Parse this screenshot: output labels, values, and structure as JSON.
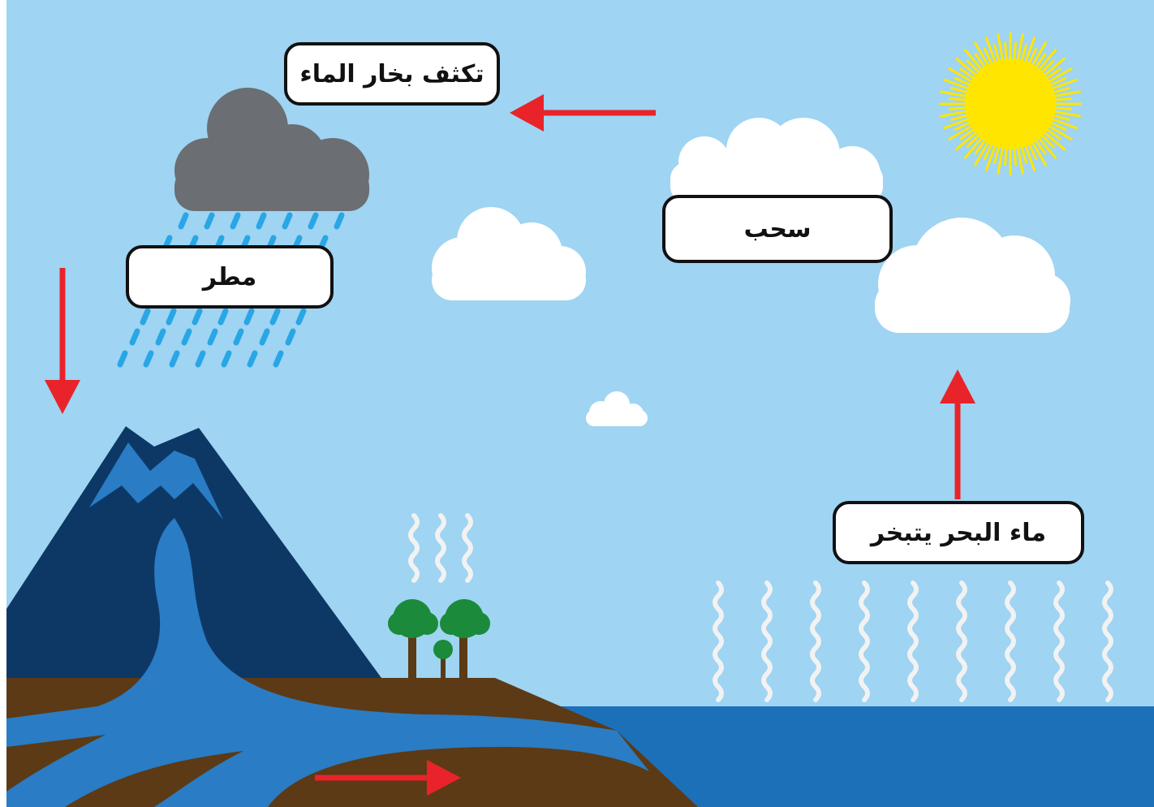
{
  "diagram": {
    "labels": {
      "condensation": "تكثف بخار الماء",
      "clouds": "سحب",
      "rain": "مطر",
      "evaporation": "ماء البحر يتبخر"
    }
  },
  "colors": {
    "sky": "#9fd4f2",
    "sea": "#1c70b8",
    "ground": "#5c3a15",
    "mountain": "#0d3866",
    "river": "#2a7cc4",
    "arrow": "#e8232a",
    "sun": "#ffe600",
    "rain_cloud": "#6b6e73",
    "rain_drop": "#28a6e6"
  }
}
